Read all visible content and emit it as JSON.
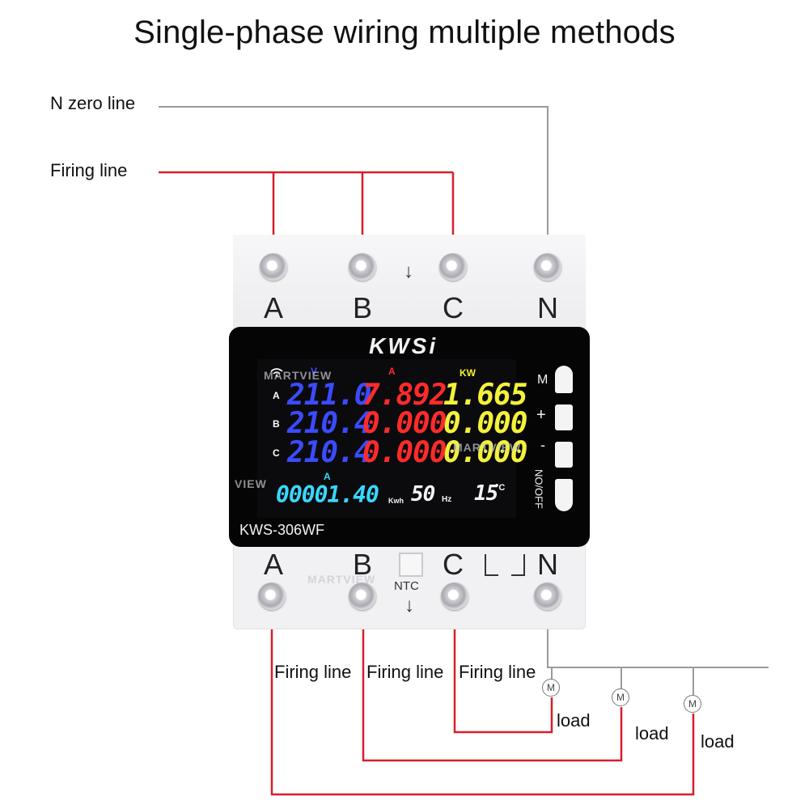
{
  "title": "Single-phase wiring multiple methods",
  "labels": {
    "neutral": "N zero line",
    "firing_top": "Firing line",
    "firing_bottom": [
      "Firing line",
      "Firing line",
      "Firing line"
    ],
    "loads": [
      "load",
      "load",
      "load"
    ],
    "ntc": "NTC"
  },
  "terminals": {
    "top": [
      "A",
      "B",
      "C",
      "N"
    ],
    "bottom": [
      "A",
      "B",
      "C",
      "N"
    ]
  },
  "device": {
    "brand": "KWSi",
    "model": "KWS-306WF",
    "headers": {
      "v": "V",
      "a": "A",
      "kw": "KW",
      "total_a": "A"
    },
    "rows": [
      {
        "phase": "A",
        "voltage": "211.0",
        "current": "7.892",
        "power": "1.665"
      },
      {
        "phase": "B",
        "voltage": "210.4",
        "current": "0.000",
        "power": "0.000"
      },
      {
        "phase": "C",
        "voltage": "210.4",
        "current": "0.000",
        "power": "0.000"
      }
    ],
    "energy": "00001.40",
    "energy_unit": "Kwh",
    "frequency": "50",
    "frequency_unit": "Hz",
    "temperature": "15",
    "temperature_unit": "°C",
    "buttons": [
      "M",
      "+",
      "-",
      "NO/OFF"
    ]
  },
  "motor_symbol": "M",
  "watermarks": [
    "MARTVIEW",
    "MARTVIEW",
    "MARTVIEW",
    "VIEW"
  ],
  "colors": {
    "firing": "#d81e2a",
    "neutral": "#9a9a9a"
  }
}
